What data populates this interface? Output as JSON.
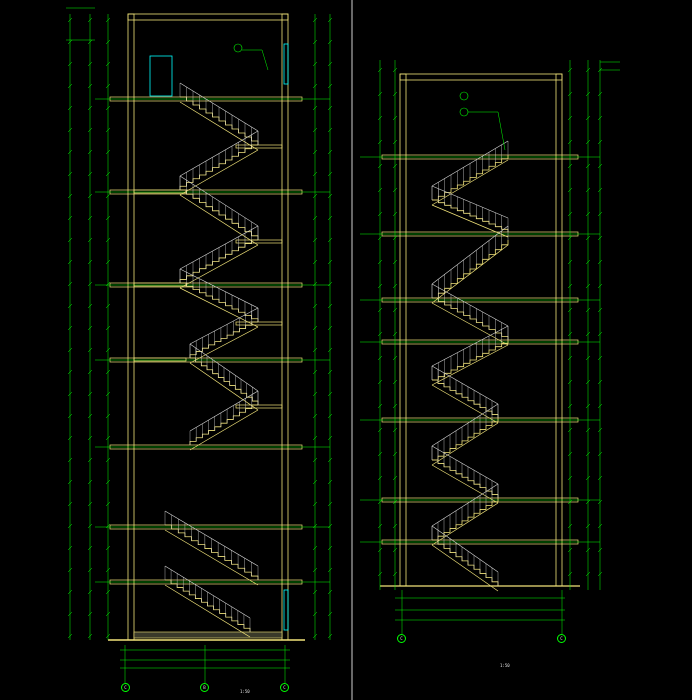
{
  "colors": {
    "background": "#000000",
    "wall": "#f2e47a",
    "dimension": "#00ff00",
    "stair_rail": "#d8d8d8",
    "divider": "#cfcfcf",
    "door": "#00ffff"
  },
  "sections": [
    {
      "id": "left",
      "axis_labels": [
        "C",
        "B",
        "C"
      ],
      "title": "",
      "scale": "1:50"
    },
    {
      "id": "right",
      "axis_labels": [
        "C",
        "C"
      ],
      "title": "",
      "scale": "1:50"
    }
  ]
}
